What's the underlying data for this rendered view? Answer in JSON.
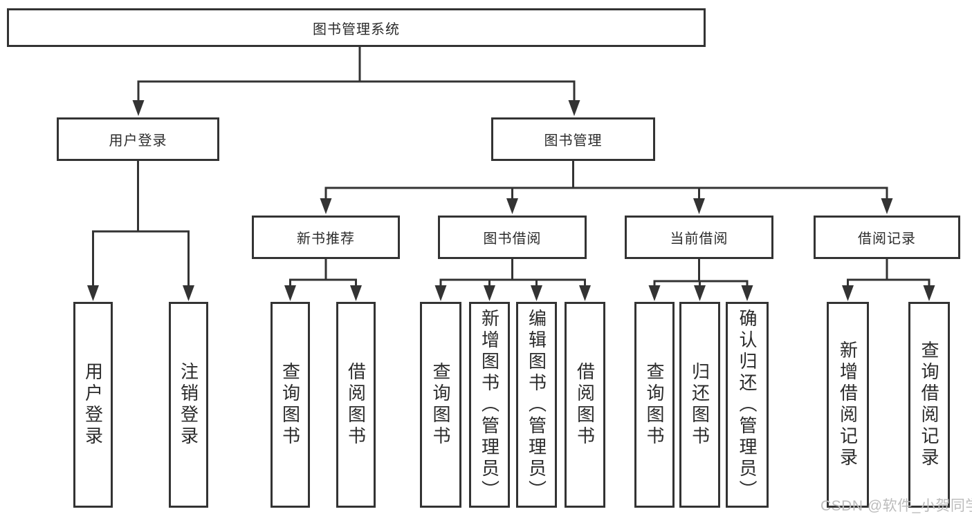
{
  "diagram": {
    "root": {
      "label": "图书管理系统"
    },
    "level2": [
      {
        "label": "用户登录",
        "children": [
          {
            "label": "用户登录"
          },
          {
            "label": "注销登录"
          }
        ]
      },
      {
        "label": "图书管理",
        "children": [
          {
            "label": "新书推荐",
            "children": [
              {
                "label": "查询图书"
              },
              {
                "label": "借阅图书"
              }
            ]
          },
          {
            "label": "图书借阅",
            "children": [
              {
                "label": "查询图书"
              },
              {
                "label": "新增图书（管理员）"
              },
              {
                "label": "编辑图书（管理员）"
              },
              {
                "label": "借阅图书"
              }
            ]
          },
          {
            "label": "当前借阅",
            "children": [
              {
                "label": "查询图书"
              },
              {
                "label": "归还图书"
              },
              {
                "label": "确认归还（管理员）"
              }
            ]
          },
          {
            "label": "借阅记录",
            "children": [
              {
                "label": "新增借阅记录"
              },
              {
                "label": "查询借阅记录"
              }
            ]
          }
        ]
      }
    ]
  },
  "watermark": {
    "text": "CSDN @软件_小贺同学"
  },
  "colors": {
    "line": "#333333",
    "text": "#2b2b2b",
    "background": "#ffffff",
    "watermark": "#bcbcbc"
  }
}
